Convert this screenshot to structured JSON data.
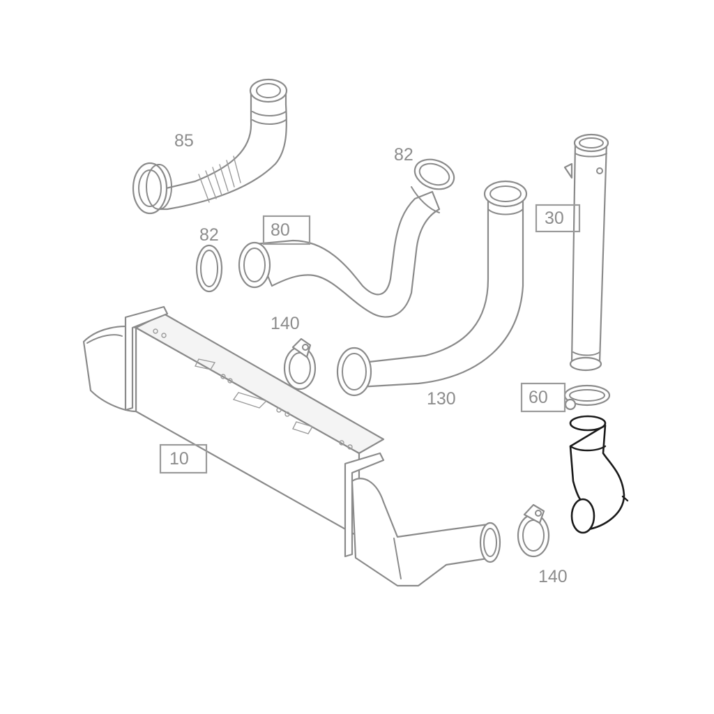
{
  "diagram": {
    "callouts": [
      {
        "id": "p85",
        "text": "85",
        "boxed": false
      },
      {
        "id": "p82a",
        "text": "82",
        "boxed": false
      },
      {
        "id": "p82b",
        "text": "82",
        "boxed": false
      },
      {
        "id": "p80",
        "text": "80",
        "boxed": true
      },
      {
        "id": "p30",
        "text": "30",
        "boxed": true
      },
      {
        "id": "p140a",
        "text": "140",
        "boxed": false
      },
      {
        "id": "p130",
        "text": "130",
        "boxed": false
      },
      {
        "id": "p60",
        "text": "60",
        "boxed": true
      },
      {
        "id": "p10",
        "text": "10",
        "boxed": true
      },
      {
        "id": "p140b",
        "text": "140",
        "boxed": false
      }
    ],
    "colors": {
      "part_outline": "#8a8a8a",
      "highlighted_part_outline": "#1a1a1a",
      "label_text": "#8c8c8c",
      "background": "#ffffff"
    }
  }
}
